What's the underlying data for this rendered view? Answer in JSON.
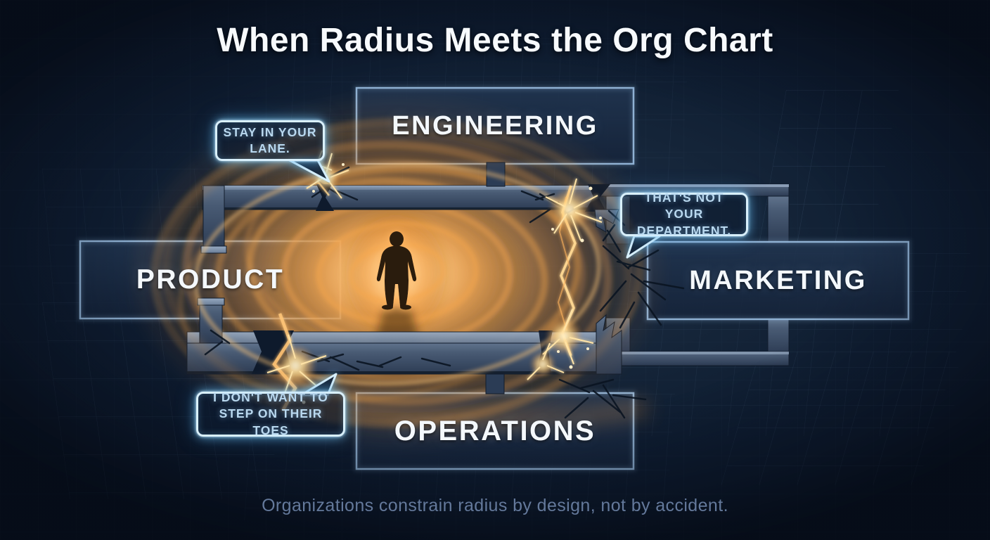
{
  "title": "When Radius Meets the Org Chart",
  "caption": "Organizations constrain radius by design, not by accident.",
  "departments": [
    {
      "id": "engineering",
      "label": "ENGINEERING"
    },
    {
      "id": "product",
      "label": "PRODUCT"
    },
    {
      "id": "marketing",
      "label": "MARKETING"
    },
    {
      "id": "operations",
      "label": "OPERATIONS"
    }
  ],
  "speech_bubbles": [
    {
      "id": "stay-in-your-lane",
      "text": "STAY IN YOUR LANE."
    },
    {
      "id": "thats-not-your-department",
      "text": "THAT'S NOT YOUR DEPARTMENT."
    },
    {
      "id": "i-dont-want-to-step-on-their-toes",
      "text": "I DON'T WANT TO STEP ON THEIR TOES"
    }
  ],
  "center_icon": "person-silhouette",
  "colors": {
    "background": "#0c1828",
    "grid_line": "#8fb6e0",
    "box_fill": "#1a2c46",
    "box_border": "#8fb0d2",
    "label_text": "#f4f8fc",
    "title_text": "#f7fafd",
    "bubble_border": "#d9f0fc",
    "bubble_text": "#b9d8ef",
    "bubble_glow": "#6ec4f0",
    "energy_core": "#ffeac4",
    "energy_mid": "#f29c42",
    "energy_deep": "#c8761f",
    "wall_light": "#93a6be",
    "wall_face": "#495b74",
    "wall_dark": "#1d2a3d",
    "silhouette": "#2b1a0e",
    "spark": "#ffd98b",
    "crack": "#0a1421",
    "caption_text": "#64799b"
  }
}
